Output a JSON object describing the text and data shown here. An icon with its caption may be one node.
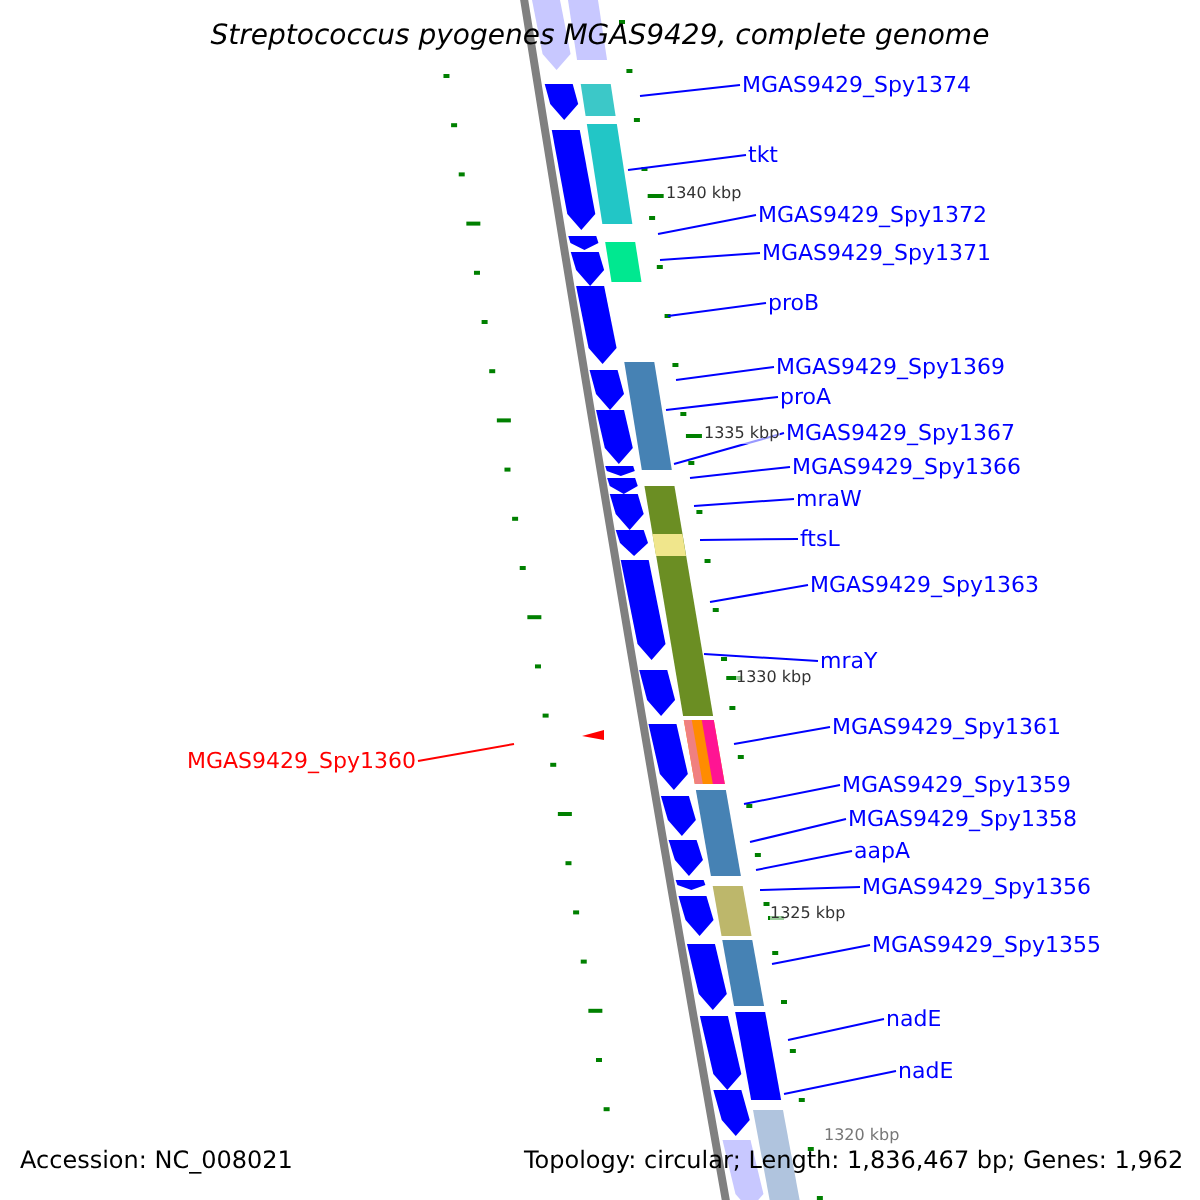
{
  "diagram": {
    "title": "Streptococcus pyogenes MGAS9429, complete genome",
    "nodes": [
      {
        "text": [
          "MGAS9429_Spy1374"
        ]
      },
      {
        "text": [
          "tkt"
        ]
      },
      {
        "text": [
          "MGAS9429_Spy1372"
        ]
      },
      {
        "text": [
          "MGAS9429_Spy1371"
        ]
      },
      {
        "text": [
          "proB"
        ]
      },
      {
        "text": [
          "MGAS9429_Spy1369"
        ]
      },
      {
        "text": [
          "proA"
        ]
      },
      {
        "text": [
          "MGAS9429_Spy1367"
        ]
      },
      {
        "text": [
          "MGAS9429_Spy1366"
        ]
      },
      {
        "text": [
          "mraW"
        ]
      },
      {
        "text": [
          "ftsL"
        ]
      },
      {
        "text": [
          "MGAS9429_Spy1363"
        ]
      },
      {
        "text": [
          "mraY"
        ]
      },
      {
        "text": [
          "MGAS9429_Spy1361"
        ]
      },
      {
        "text": [
          "MGAS9429_Spy1360"
        ]
      },
      {
        "text": [
          "MGAS9429_Spy1359"
        ]
      },
      {
        "text": [
          "MGAS9429_Spy1358"
        ]
      },
      {
        "text": [
          "aapA"
        ]
      },
      {
        "text": [
          "MGAS9429_Spy1356"
        ]
      },
      {
        "text": [
          "MGAS9429_Spy1355"
        ]
      },
      {
        "text": [
          "nadE"
        ]
      },
      {
        "text": [
          "nadE"
        ]
      }
    ],
    "edges": [
      {
        "from": 0,
        "to": null,
        "arrow": "none"
      },
      {
        "from": 1,
        "to": null,
        "arrow": "none"
      },
      {
        "from": 2,
        "to": null,
        "arrow": "none"
      },
      {
        "from": 3,
        "to": null,
        "arrow": "none"
      },
      {
        "from": 4,
        "to": null,
        "arrow": "none"
      },
      {
        "from": 5,
        "to": null,
        "arrow": "none"
      },
      {
        "from": 6,
        "to": null,
        "arrow": "none"
      },
      {
        "from": 7,
        "to": null,
        "arrow": "none"
      },
      {
        "from": 8,
        "to": null,
        "arrow": "none"
      },
      {
        "from": 9,
        "to": null,
        "arrow": "none"
      },
      {
        "from": 10,
        "to": null,
        "arrow": "none"
      },
      {
        "from": 11,
        "to": null,
        "arrow": "none"
      },
      {
        "from": 12,
        "to": null,
        "arrow": "none"
      },
      {
        "from": 13,
        "to": null,
        "arrow": "none"
      },
      {
        "from": 14,
        "to": null,
        "arrow": "none",
        "color": "#ff0000"
      },
      {
        "from": 15,
        "to": null,
        "arrow": "none"
      },
      {
        "from": 16,
        "to": null,
        "arrow": "none"
      },
      {
        "from": 17,
        "to": null,
        "arrow": "none"
      },
      {
        "from": 18,
        "to": null,
        "arrow": "none"
      },
      {
        "from": 19,
        "to": null,
        "arrow": "none"
      },
      {
        "from": 20,
        "to": null,
        "arrow": "none"
      },
      {
        "from": 21,
        "to": null,
        "arrow": "none"
      }
    ],
    "labels": [
      "1340 kbp",
      "1335 kbp",
      "1330 kbp",
      "1325 kbp",
      "1320 kbp",
      "Accession: NC_008021",
      "Topology: circular; Length: 1,836,467 bp; Genes: 1,962"
    ]
  }
}
